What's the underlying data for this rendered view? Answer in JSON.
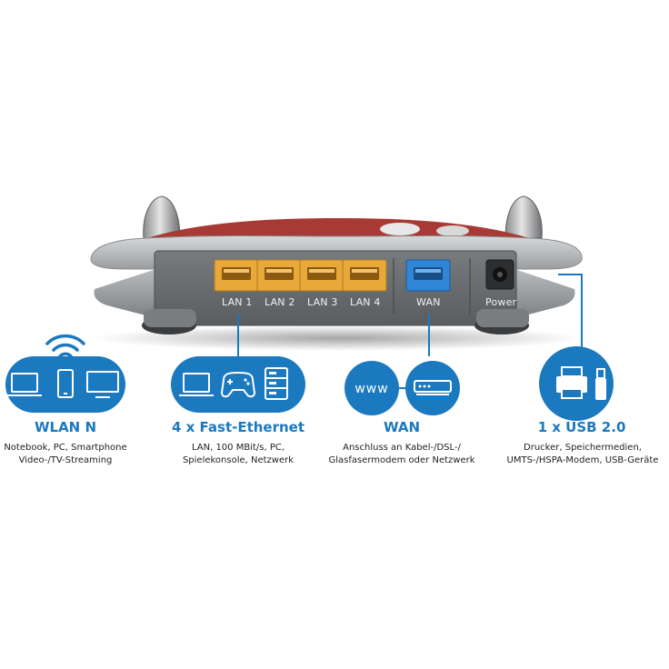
{
  "ports": {
    "lan1": "LAN 1",
    "lan2": "LAN 2",
    "lan3": "LAN 3",
    "lan4": "LAN 4",
    "wan": "WAN",
    "power": "Power"
  },
  "colors": {
    "accent": "#1b79bf",
    "lan_port": "#e8a83a",
    "wan_port": "#2f86d6",
    "router_body": "#6c6f72",
    "router_red": "#a83a35"
  },
  "icons": {
    "wlan": [
      "wifi-icon",
      "laptop-icon",
      "smartphone-icon",
      "monitor-icon"
    ],
    "ethernet": [
      "laptop-icon",
      "gamepad-icon",
      "server-icon"
    ],
    "wan": [
      "www-icon",
      "modem-icon"
    ],
    "usb": [
      "printer-icon",
      "usb-stick-icon"
    ]
  },
  "www_text": "www",
  "features": {
    "wlan": {
      "title": "WLAN N",
      "line1": "Notebook, PC, Smartphone",
      "line2": "Video-/TV-Streaming"
    },
    "ethernet": {
      "title": "4 x Fast-Ethernet",
      "line1": "LAN, 100 MBit/s, PC,",
      "line2": "Spielekonsole, Netzwerk"
    },
    "wan": {
      "title": "WAN",
      "line1": "Anschluss an Kabel-/DSL-/",
      "line2": "Glasfasermodem oder Netzwerk"
    },
    "usb": {
      "title": "1 x USB 2.0",
      "line1": "Drucker, Speichermedien,",
      "line2": "UMTS-/HSPA-Modem, USB-Geräte"
    }
  }
}
